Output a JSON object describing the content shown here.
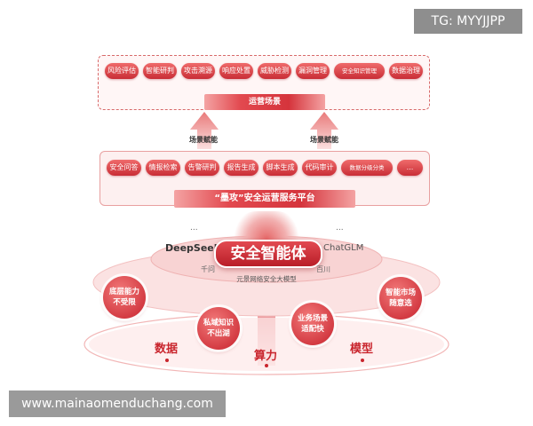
{
  "watermark": {
    "tg": "TG: MYYJJPP",
    "site": "www.mainaomenduchang.com"
  },
  "top_scenarios": {
    "items": [
      "风险评估",
      "智能研判",
      "攻击溯源",
      "响应处置",
      "威胁检测",
      "漏洞管理",
      "安全知识管理",
      "数据治理"
    ],
    "bar_label": "运营场景"
  },
  "arrows": {
    "left_label": "场景赋能",
    "right_label": "场景赋能"
  },
  "platform": {
    "items": [
      "安全问答",
      "情报检索",
      "告警研判",
      "报告生成",
      "脚本生成",
      "代码审计",
      "数据分级分类",
      "..."
    ],
    "bar_label": "“墨攻”安全运营服务平台"
  },
  "ai_core": {
    "title": "安全智能体",
    "left_model": "DeepSeek",
    "right_model": "ChatGLM",
    "left_sub": "千问",
    "right_sub": "百川",
    "ellipsis_left": "...",
    "ellipsis_right": "...",
    "base_model": "元景网络安全大模型"
  },
  "features": [
    {
      "line1": "底层能力",
      "line2": "不受限"
    },
    {
      "line1": "私域知识",
      "line2": "不出湖"
    },
    {
      "line1": "业务场景",
      "line2": "适配快"
    },
    {
      "line1": "智能市场",
      "line2": "随意选"
    }
  ],
  "foundation": {
    "left": "数据",
    "center": "算力",
    "right": "模型"
  },
  "colors": {
    "accent": "#d5343c",
    "light": "#f6c9c9",
    "panel": "#fdeeee"
  }
}
